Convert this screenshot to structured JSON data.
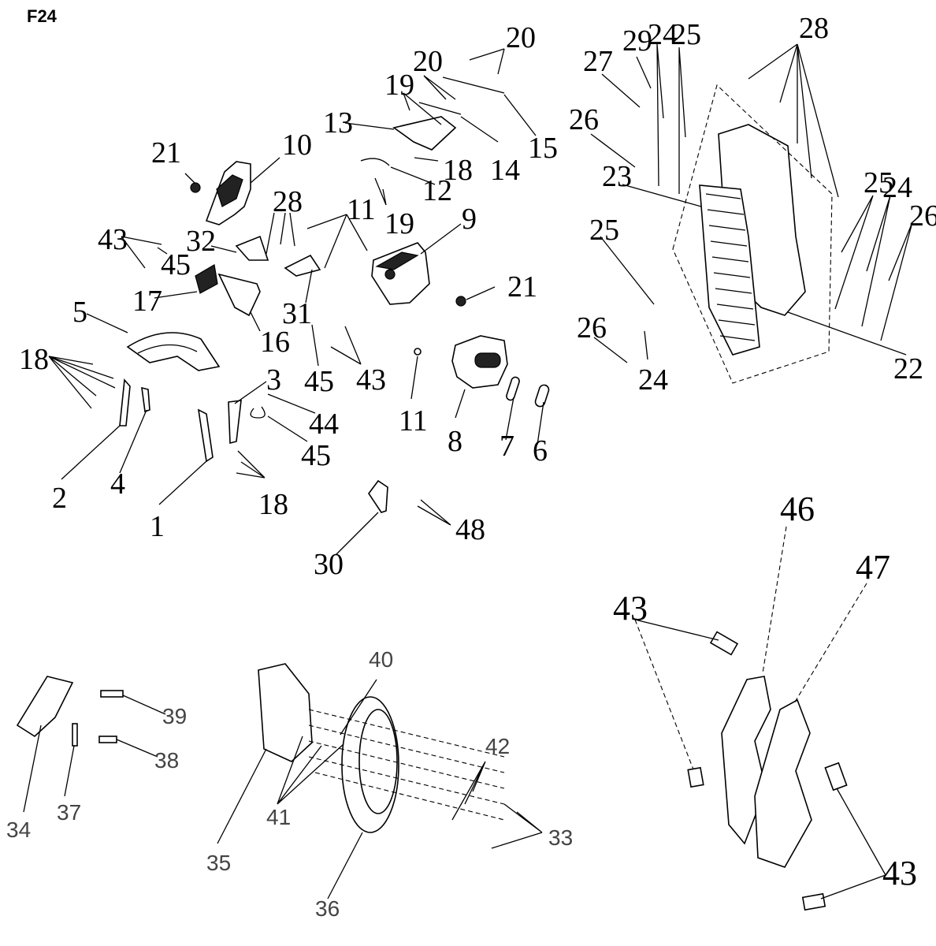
{
  "page_id": "F24",
  "callouts": {
    "c1": "1",
    "c2": "2",
    "c3": "3",
    "c4": "4",
    "c5": "5",
    "c6": "6",
    "c7": "7",
    "c8": "8",
    "c9": "9",
    "c10": "10",
    "c11a": "11",
    "c11b": "11",
    "c12": "12",
    "c13": "13",
    "c14": "14",
    "c15": "15",
    "c16": "16",
    "c17": "17",
    "c18a": "18",
    "c18b": "18",
    "c18c": "18",
    "c19a": "19",
    "c19b": "19",
    "c20a": "20",
    "c20b": "20",
    "c21a": "21",
    "c21b": "21",
    "c22": "22",
    "c23": "23",
    "c24a": "24",
    "c24b": "24",
    "c24c": "24",
    "c25a": "25",
    "c25b": "25",
    "c25c": "25",
    "c26a": "26",
    "c26b": "26",
    "c26c": "26",
    "c27": "27",
    "c28a": "28",
    "c28b": "28",
    "c29": "29",
    "c30": "30",
    "c31": "31",
    "c32": "32",
    "c33": "33",
    "c34": "34",
    "c35": "35",
    "c36": "36",
    "c37": "37",
    "c38": "38",
    "c39": "39",
    "c40": "40",
    "c41": "41",
    "c42": "42",
    "c43a": "43",
    "c43b": "43",
    "c43c": "43",
    "c43d": "43",
    "c44": "44",
    "c45a": "45",
    "c45b": "45",
    "c45c": "45",
    "c46": "46",
    "c47": "47",
    "c48": "48"
  }
}
